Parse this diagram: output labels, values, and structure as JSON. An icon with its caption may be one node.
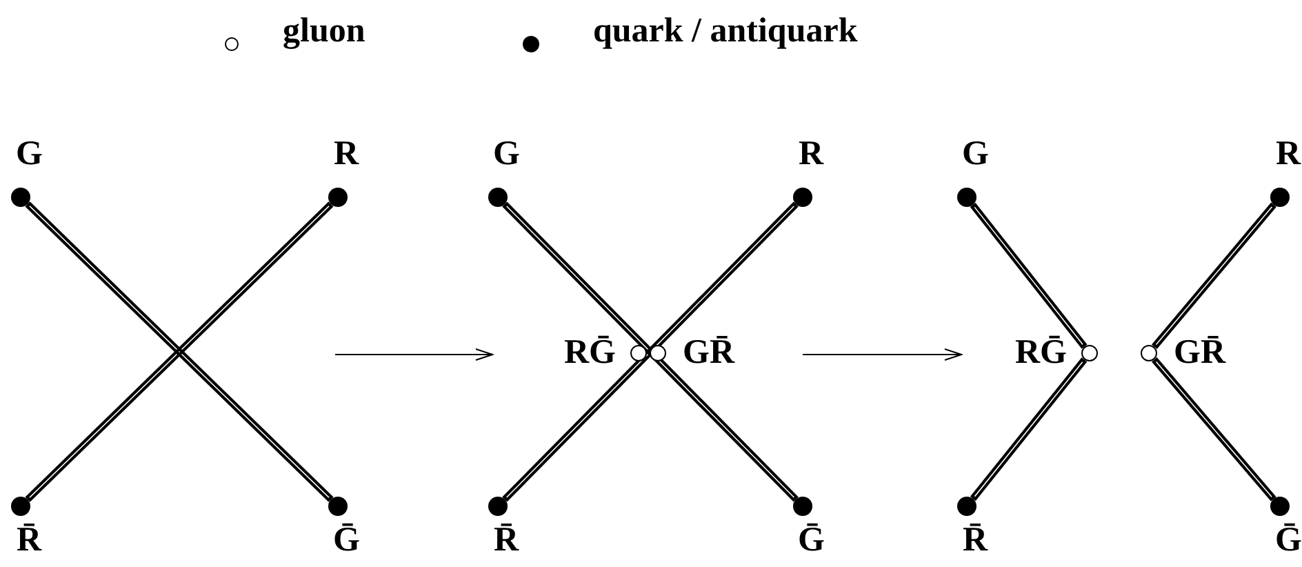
{
  "diagram": {
    "nodes": [
      {
        "text": [],
        "shape": "circle",
        "beside": [
          "G"
        ]
      },
      {
        "text": [],
        "shape": "circle",
        "beside": [
          "R"
        ]
      },
      {
        "text": [],
        "shape": "circle",
        "beside": [
          "R̄"
        ]
      },
      {
        "text": [],
        "shape": "circle",
        "beside": [
          "Ḡ"
        ]
      },
      {
        "text": [],
        "shape": "circle",
        "beside": [
          "G"
        ]
      },
      {
        "text": [],
        "shape": "circle",
        "beside": [
          "R"
        ]
      },
      {
        "text": [],
        "shape": "circle",
        "beside": [
          "R̄"
        ]
      },
      {
        "text": [],
        "shape": "circle",
        "beside": [
          "Ḡ"
        ]
      },
      {
        "text": [],
        "shape": "circle",
        "beside": [
          "RḠ"
        ]
      },
      {
        "text": [],
        "shape": "circle",
        "beside": [
          "GR̄"
        ]
      },
      {
        "text": [],
        "shape": "circle",
        "beside": [
          "G"
        ]
      },
      {
        "text": [],
        "shape": "circle",
        "beside": [
          "R"
        ]
      },
      {
        "text": [],
        "shape": "circle",
        "beside": [
          "R̄"
        ]
      },
      {
        "text": [],
        "shape": "circle",
        "beside": [
          "Ḡ"
        ]
      },
      {
        "text": [],
        "shape": "circle",
        "beside": [
          "RḠ"
        ]
      },
      {
        "text": [],
        "shape": "circle",
        "beside": [
          "GR̄"
        ]
      }
    ],
    "edges": [
      {
        "from": 0,
        "to": 3,
        "arrow": "none"
      },
      {
        "from": 1,
        "to": 2,
        "arrow": "none"
      },
      {
        "from": 4,
        "to": 7,
        "arrow": "none"
      },
      {
        "from": 5,
        "to": 6,
        "arrow": "none"
      },
      {
        "from": 10,
        "to": 14,
        "arrow": "none"
      },
      {
        "from": 14,
        "to": 12,
        "arrow": "none"
      },
      {
        "from": 11,
        "to": 15,
        "arrow": "none"
      },
      {
        "from": 15,
        "to": 13,
        "arrow": "none"
      }
    ],
    "legend": [
      {
        "text": "gluon"
      },
      {
        "text": "quark / antiquark"
      }
    ]
  }
}
